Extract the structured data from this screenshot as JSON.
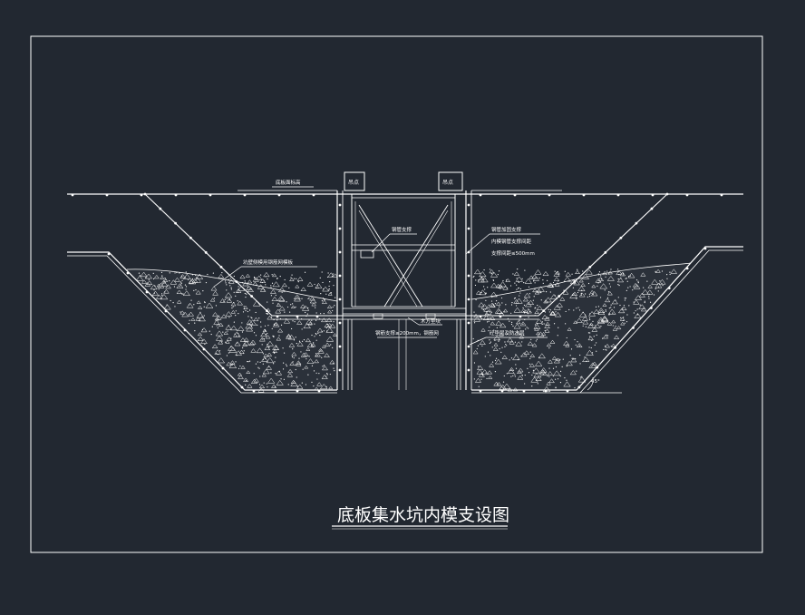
{
  "drawing": {
    "title": "底板集水坑内模支设图",
    "colors": {
      "background": "#222831",
      "line": "#ffffff"
    },
    "box_labels": {
      "left": "吊点",
      "right": "吊点"
    },
    "labels": {
      "top_left": "底板面标高",
      "slope": "坑壁侧模用钢筋网模板",
      "center_brace": "钢管支撑",
      "right_1": "钢管加固支撑",
      "right_2": "内模钢管支撑间距",
      "right_3": "支撑间距≤500mm",
      "bottom_a": "木方垫块",
      "bottom_b": "钢筋支撑≥200mm，钢筋网",
      "bottom_right": "砼垫层及防水层",
      "angle": "45°"
    }
  }
}
